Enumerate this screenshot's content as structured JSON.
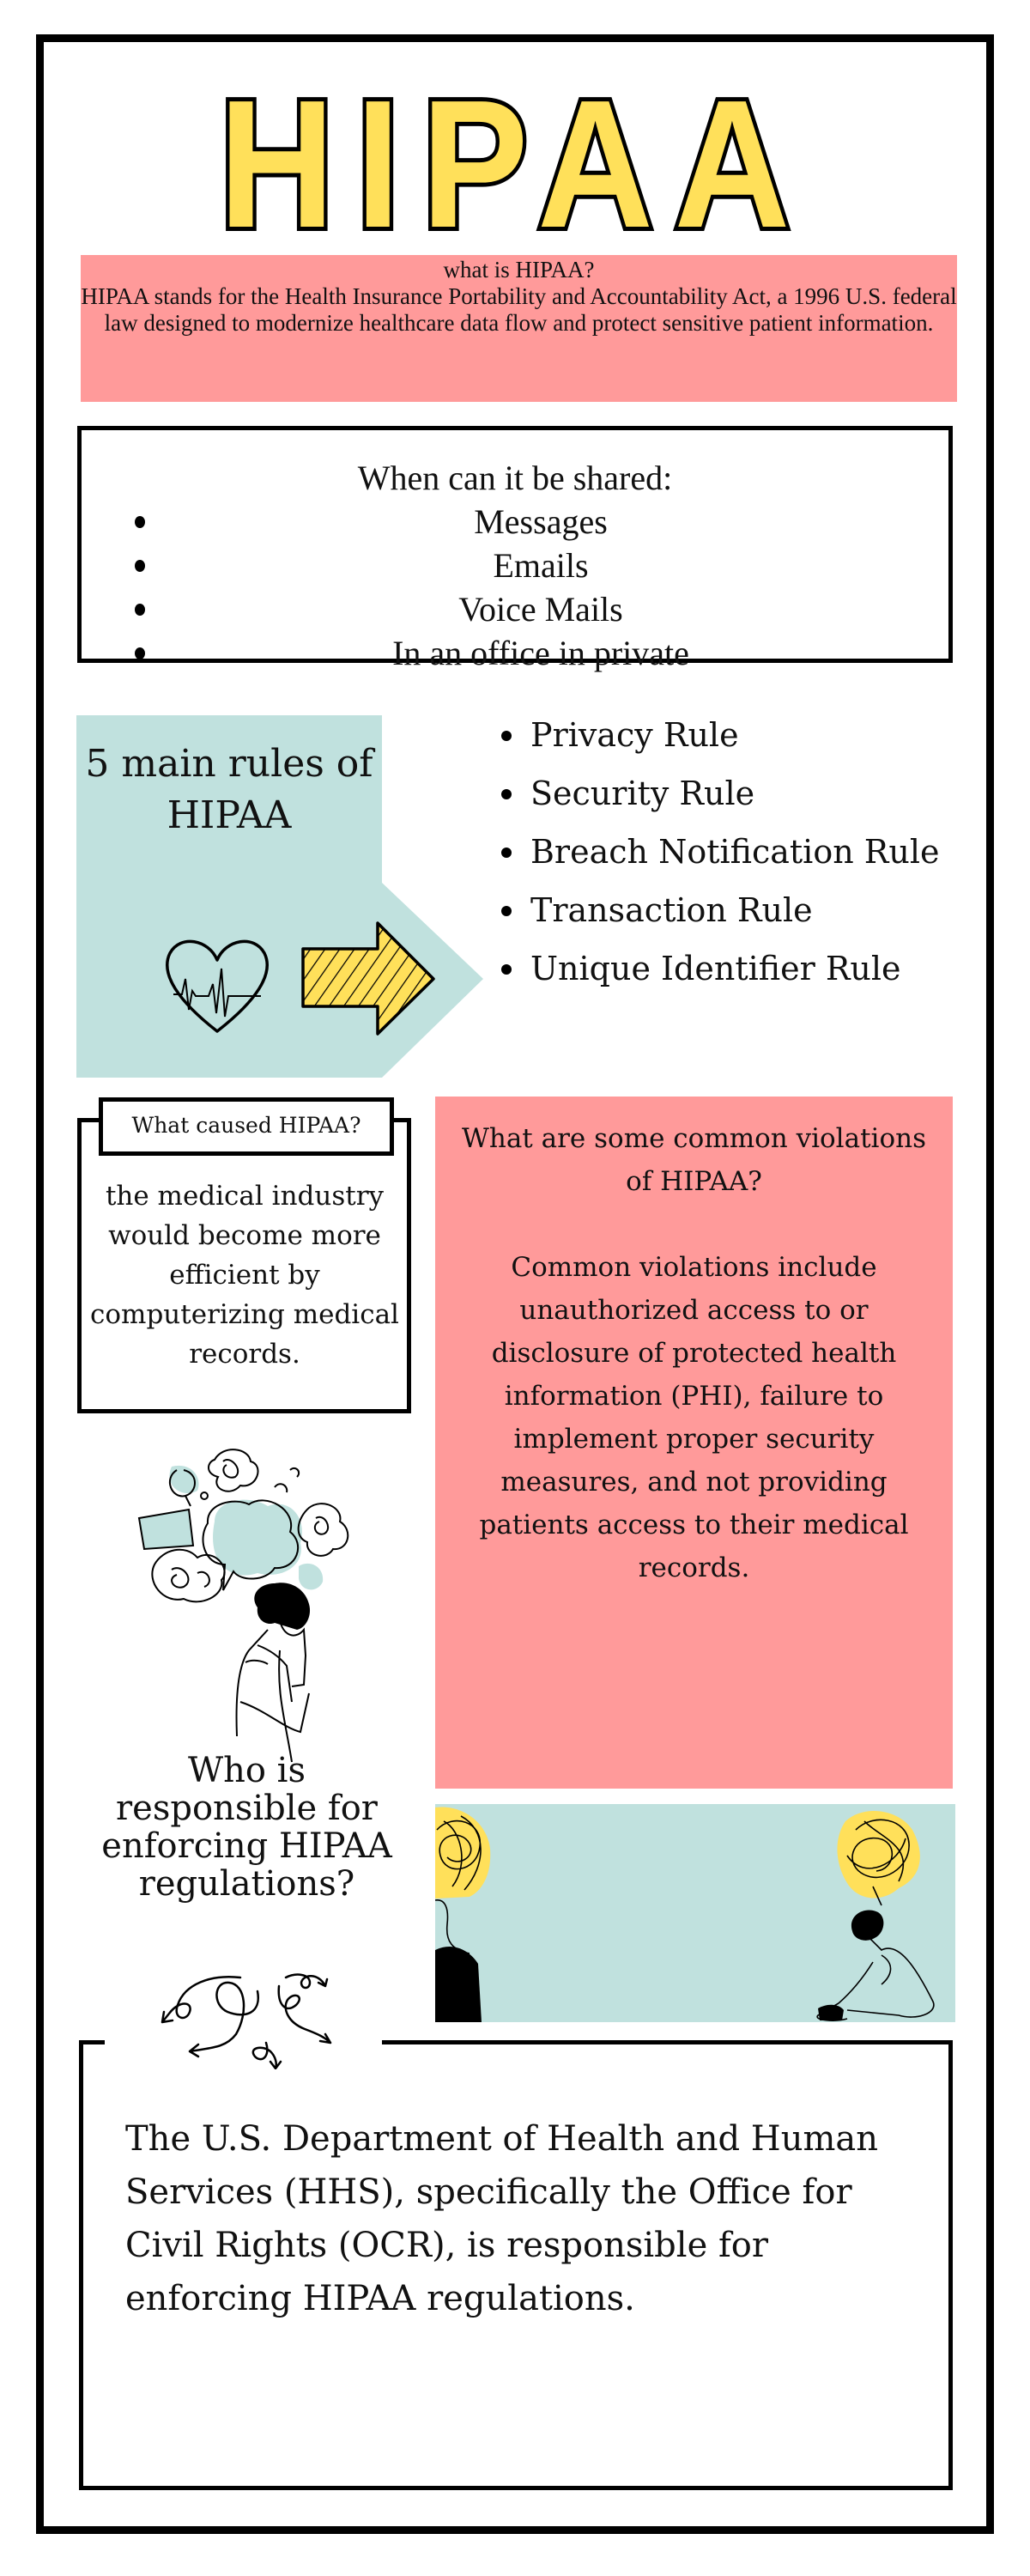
{
  "title": "HIPAA",
  "colors": {
    "title_fill": "#FFE05A",
    "pink": "#FF9A9A",
    "teal": "#C0E1DE",
    "ink": "#000000"
  },
  "intro": {
    "question": "what is HIPAA?",
    "answer": "HIPAA stands for the Health Insurance Portability and Accountability Act, a 1996 U.S. federal law designed to modernize healthcare data flow and protect sensitive patient information."
  },
  "sharing": {
    "heading": "When can it be shared:",
    "items": [
      "Messages",
      "Emails",
      "Voice Mails",
      "In an office in private"
    ]
  },
  "rules": {
    "heading": "5 main rules of HIPAA",
    "items": [
      "Privacy Rule",
      "Security Rule",
      "Breach Notification Rule",
      "Transaction Rule",
      "Unique Identifier Rule"
    ],
    "icons": [
      "heartbeat-heart-icon",
      "striped-arrow-right-icon"
    ]
  },
  "cause": {
    "label": "What caused HIPAA?",
    "text": "the medical industry would become more efficient by computerizing medical records."
  },
  "violations": {
    "question": "What are some common violations of HIPAA?",
    "text": "Common violations include unauthorized access to or disclosure of protected health information (PHI), failure to implement proper security measures, and not providing patients access to their medical records."
  },
  "enforcement": {
    "question": "Who is responsible for enforcing HIPAA regulations?",
    "answer": "The U.S. Department of Health and Human Services (HHS), specifically the Office for Civil Rights (OCR), is responsible for enforcing HIPAA regulations."
  }
}
